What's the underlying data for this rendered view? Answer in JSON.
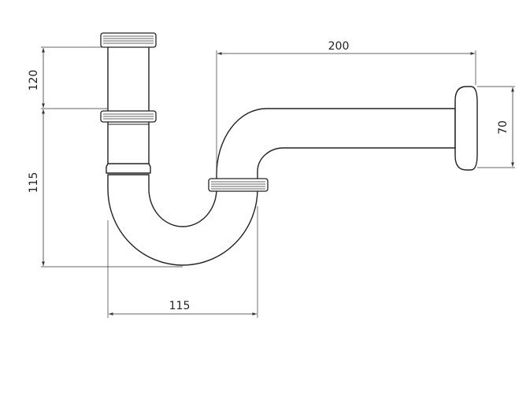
{
  "dimensions": {
    "top_width": "200",
    "upper_height": "120",
    "lower_height": "115",
    "bottom_width": "115",
    "flange_height": "70"
  },
  "colors": {
    "line": "#222222",
    "background": "#ffffff"
  }
}
